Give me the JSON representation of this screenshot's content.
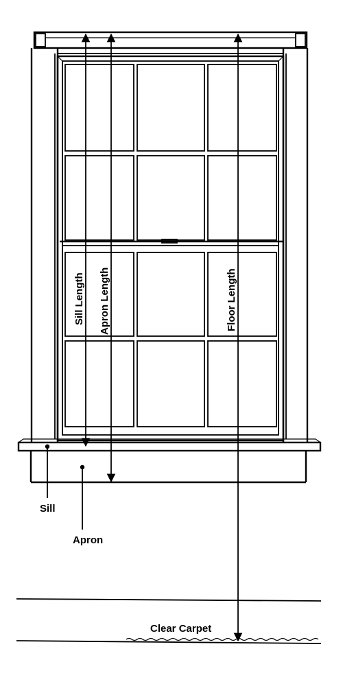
{
  "labels": {
    "sill_length": "Sill Length",
    "apron_length": "Apron Length",
    "floor_length": "Floor Length",
    "sill": "Sill",
    "apron": "Apron",
    "clear_carpet": "Clear Carpet"
  },
  "colors": {
    "stroke": "#000000",
    "background": "#ffffff"
  }
}
